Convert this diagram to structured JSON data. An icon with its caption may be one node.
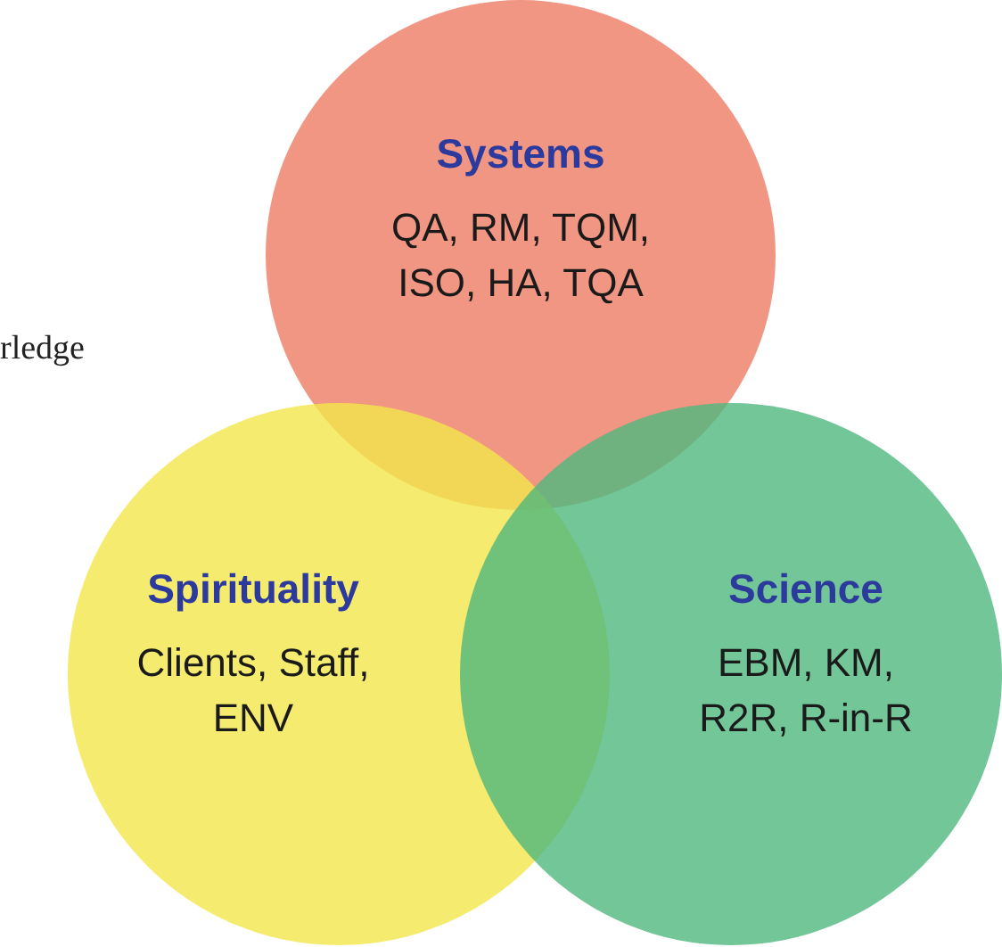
{
  "diagram": {
    "nodes": [
      {
        "text": [
          "Systems",
          "QA, RM, TQM, ISO, HA, TQA"
        ]
      },
      {
        "text": [
          "Spirituality",
          "Clients, Staff, ENV"
        ]
      },
      {
        "text": [
          "Science",
          "EBM, KM, R2R, R-in-R"
        ]
      }
    ],
    "labels": [
      "rledge"
    ]
  }
}
